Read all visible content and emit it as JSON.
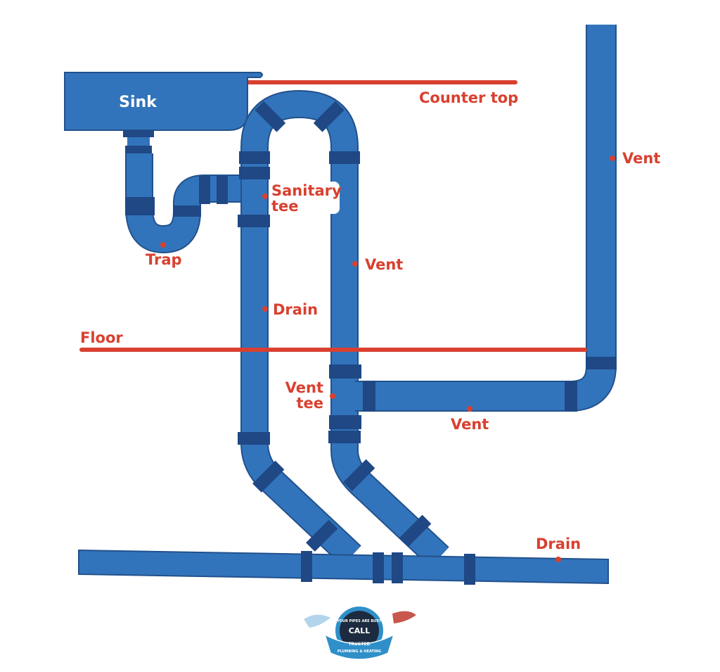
{
  "labels": {
    "sink": "Sink",
    "counter_top": "Counter top",
    "floor": "Floor",
    "trap": "Trap",
    "sanitary_tee_line1": "Sanitary",
    "sanitary_tee_line2": "tee",
    "drain_vertical": "Drain",
    "vent_loop": "Vent",
    "vent_right": "Vent",
    "vent_tee_line1": "Vent",
    "vent_tee_line2": "tee",
    "vent_horizontal": "Vent",
    "drain_main": "Drain"
  },
  "logo": {
    "top_text": "IF YOUR PIPES ARE BUSTED",
    "call": "CALL",
    "trusted": "TRUSTED",
    "company": "PLUMBING & HEATING"
  },
  "colors": {
    "pipe": "#3274bb",
    "pipe_edge": "#22518c",
    "coupling": "#1f4885",
    "label": "#d9402f",
    "reference_line": "#d9402f"
  }
}
